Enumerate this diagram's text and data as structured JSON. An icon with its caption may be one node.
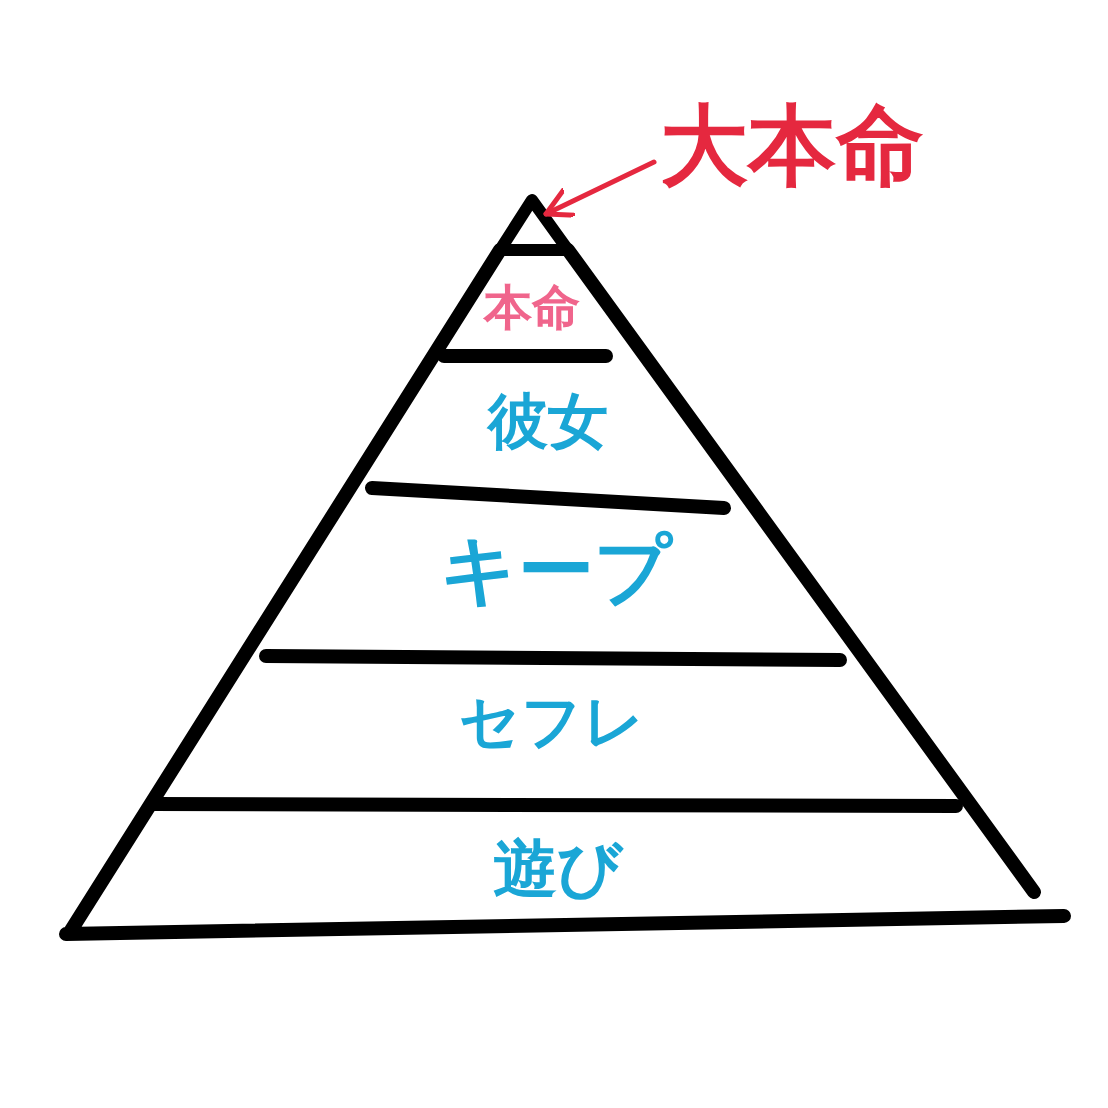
{
  "diagram": {
    "nodes": [
      {
        "text": [
          "大本命"
        ]
      },
      {
        "text": [],
        "shape": "triangle"
      },
      {
        "text": [
          "本命"
        ]
      },
      {
        "text": [
          "彼女"
        ]
      },
      {
        "text": [
          "キープ"
        ]
      },
      {
        "text": [
          "セフレ"
        ]
      },
      {
        "text": [
          "遊び"
        ]
      }
    ],
    "edges": [
      {
        "from": 0,
        "to": 1,
        "arrow": "to"
      }
    ]
  }
}
